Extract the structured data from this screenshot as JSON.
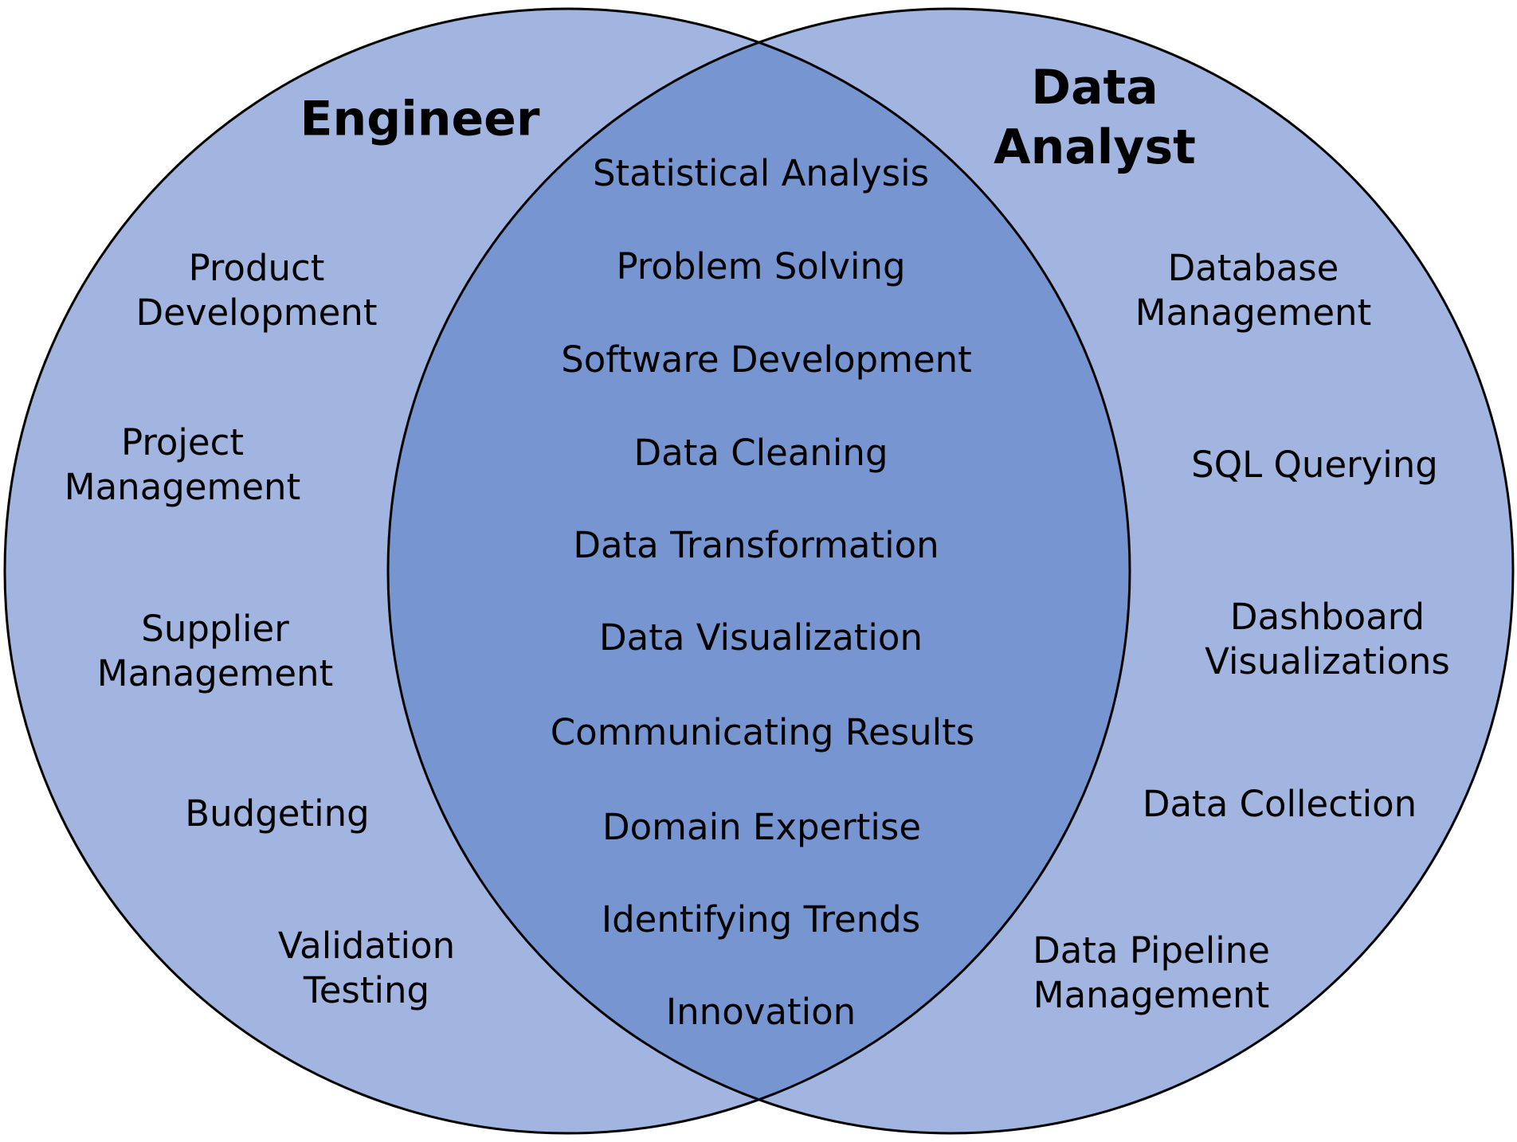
{
  "diagram": {
    "type": "venn",
    "fill_color": "#a2b4e0",
    "overlap_color": "#7795d0",
    "stroke_color": "#000000",
    "sets": [
      {
        "name": "Engineer",
        "items": [
          "Product\nDevelopment",
          "Project\nManagement",
          "Supplier\nManagement",
          "Budgeting",
          "Validation\nTesting"
        ]
      },
      {
        "name": "Data\nAnalyst",
        "items": [
          "Database\nManagement",
          "SQL Querying",
          "Dashboard\nVisualizations",
          "Data Collection",
          "Data Pipeline\nManagement"
        ]
      }
    ],
    "intersection": [
      "Statistical Analysis",
      "Problem Solving",
      "Software Development",
      "Data Cleaning",
      "Data Transformation",
      "Data Visualization",
      "Communicating Results",
      "Domain Expertise",
      "Identifying Trends",
      "Innovation"
    ]
  }
}
